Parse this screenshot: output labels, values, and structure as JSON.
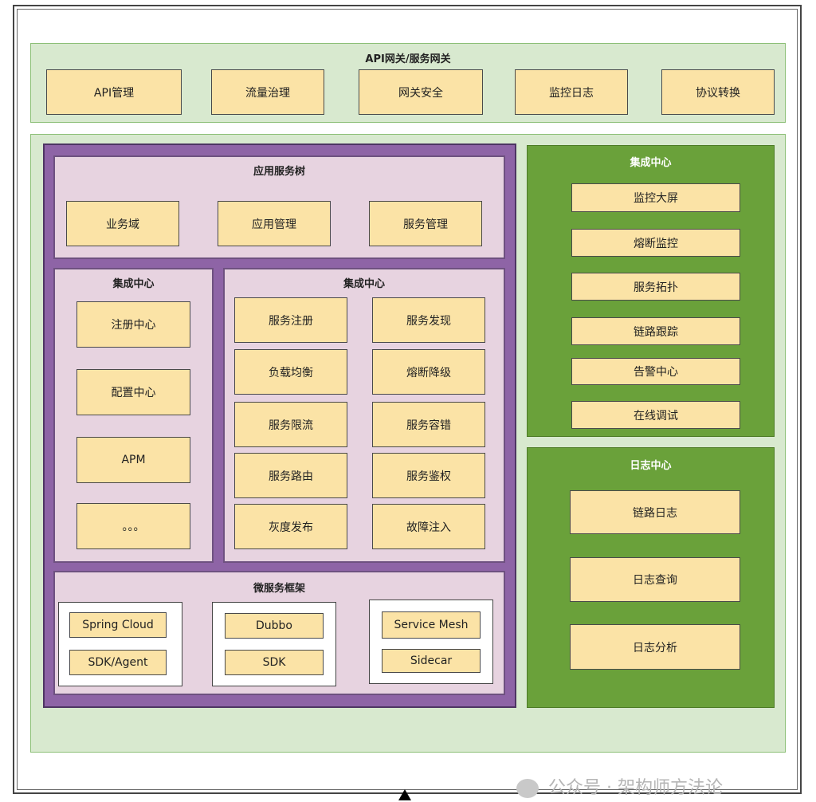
{
  "gateway": {
    "title": "API网关/服务网关",
    "items": [
      "API管理",
      "流量治理",
      "网关安全",
      "监控日志",
      "协议转换"
    ]
  },
  "app_tree": {
    "title": "应用服务树",
    "items": [
      "业务域",
      "应用管理",
      "服务管理"
    ]
  },
  "registry": {
    "title": "集成中心",
    "items": [
      "注册中心",
      "配置中心",
      "APM",
      "。。。"
    ]
  },
  "governance": {
    "title": "集成中心",
    "left": [
      "服务注册",
      "负载均衡",
      "服务限流",
      "服务路由",
      "灰度发布"
    ],
    "right": [
      "服务发现",
      "熔断降级",
      "服务容错",
      "服务鉴权",
      "故障注入"
    ]
  },
  "framework": {
    "title": "微服务框架",
    "groups": [
      {
        "top": "Spring Cloud",
        "bottom": "SDK/Agent"
      },
      {
        "top": "Dubbo",
        "bottom": "SDK"
      },
      {
        "top": "Service Mesh",
        "bottom": "Sidecar"
      }
    ]
  },
  "monitor_center": {
    "title": "集成中心",
    "items": [
      "监控大屏",
      "熔断监控",
      "服务拓扑",
      "链路跟踪",
      "告警中心",
      "在线调试"
    ]
  },
  "log_center": {
    "title": "日志中心",
    "items": [
      "链路日志",
      "日志查询",
      "日志分析"
    ]
  },
  "watermark": {
    "text": "公众号 · 架构师方法论"
  }
}
